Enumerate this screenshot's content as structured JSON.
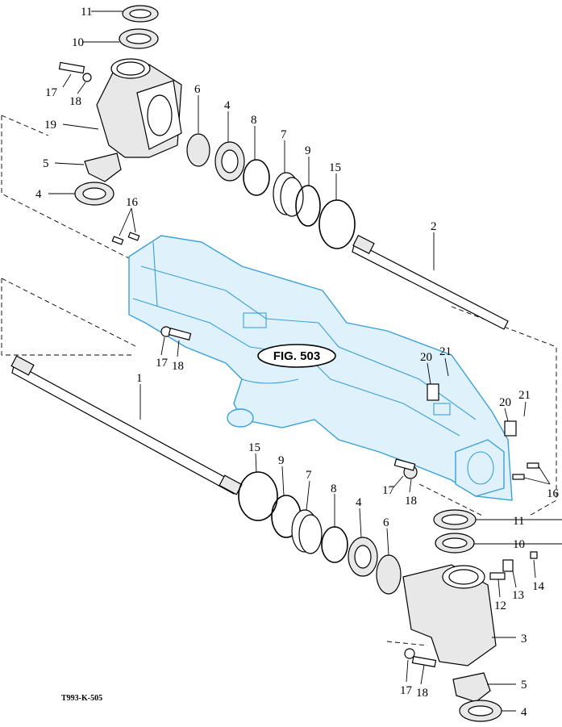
{
  "figure": {
    "ref_code": "T993-K-505",
    "fig_callout": "FIG. 503"
  },
  "callouts": {
    "c11a": "11",
    "c10a": "10",
    "c17a": "17",
    "c18a": "18",
    "c19": "19",
    "c5a": "5",
    "c4a": "4",
    "c6a": "6",
    "c4b": "4",
    "c8a": "8",
    "c7a": "7",
    "c9a": "9",
    "c15a": "15",
    "c16a": "16",
    "c2": "2",
    "c17b": "17",
    "c18b": "18",
    "c1": "1",
    "c20a": "20",
    "c21a": "21",
    "c20b": "20",
    "c21b": "21",
    "c16b": "16",
    "c15b": "15",
    "c9b": "9",
    "c7b": "7",
    "c8b": "8",
    "c4c": "4",
    "c6b": "6",
    "c17c": "17",
    "c18c": "18",
    "c11b": "11",
    "c10b": "10",
    "c14": "14",
    "c13": "13",
    "c12": "12",
    "c3": "3",
    "c17d": "17",
    "c18d": "18",
    "c5b": "5",
    "c4d": "4"
  },
  "colors": {
    "housing_fill": "#dff1fb",
    "housing_stroke": "#3aa0d8"
  }
}
